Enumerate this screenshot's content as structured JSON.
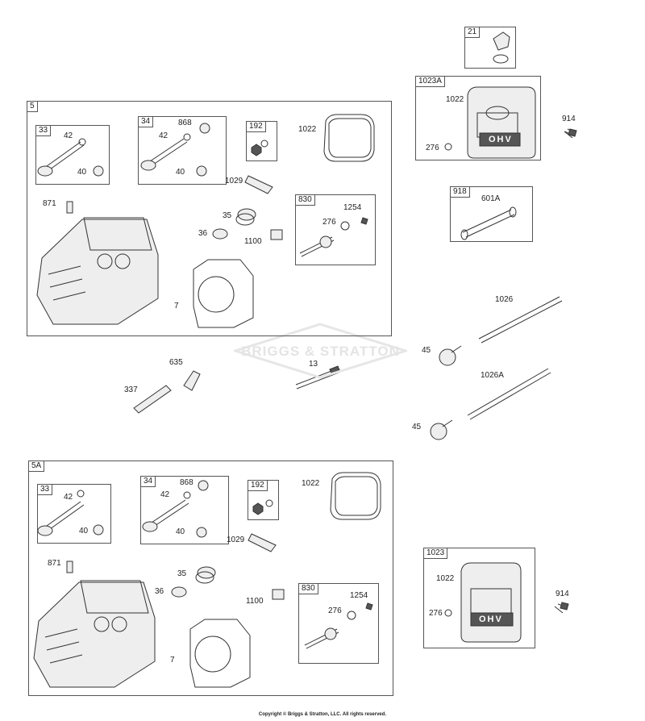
{
  "labels": {
    "n21": "21",
    "n1023A": "1023A",
    "n1022_top": "1022",
    "n276_top": "276",
    "n914_top": "914",
    "n918": "918",
    "n601A": "601A",
    "n1026": "1026",
    "n45_top": "45",
    "n1026A": "1026A",
    "n45_bot": "45",
    "n635": "635",
    "n337": "337",
    "n13": "13",
    "n1023": "1023",
    "n1022_br": "1022",
    "n276_br": "276",
    "n914_br": "914",
    "watermark": "BRIGGS & STRATTON",
    "ohv": "OHV"
  },
  "assemblies": [
    {
      "title": "5",
      "items": {
        "box33": "33",
        "n42a": "42",
        "n40a": "40",
        "box34": "34",
        "n868": "868",
        "n42b": "42",
        "n40b": "40",
        "box192": "192",
        "n1022": "1022",
        "n1029": "1029",
        "n871": "871",
        "n35": "35",
        "n36": "36",
        "n1100": "1100",
        "box830": "830",
        "n1254": "1254",
        "n276": "276",
        "n7": "7"
      }
    },
    {
      "title": "5A",
      "items": {
        "box33": "33",
        "n42a": "42",
        "n40a": "40",
        "box34": "34",
        "n868": "868",
        "n42b": "42",
        "n40b": "40",
        "box192": "192",
        "n1022": "1022",
        "n1029": "1029",
        "n871": "871",
        "n35": "35",
        "n36": "36",
        "n1100": "1100",
        "box830": "830",
        "n1254": "1254",
        "n276": "276",
        "n7": "7"
      }
    }
  ],
  "copyright": "Copyright © Briggs & Stratton, LLC. All rights reserved."
}
